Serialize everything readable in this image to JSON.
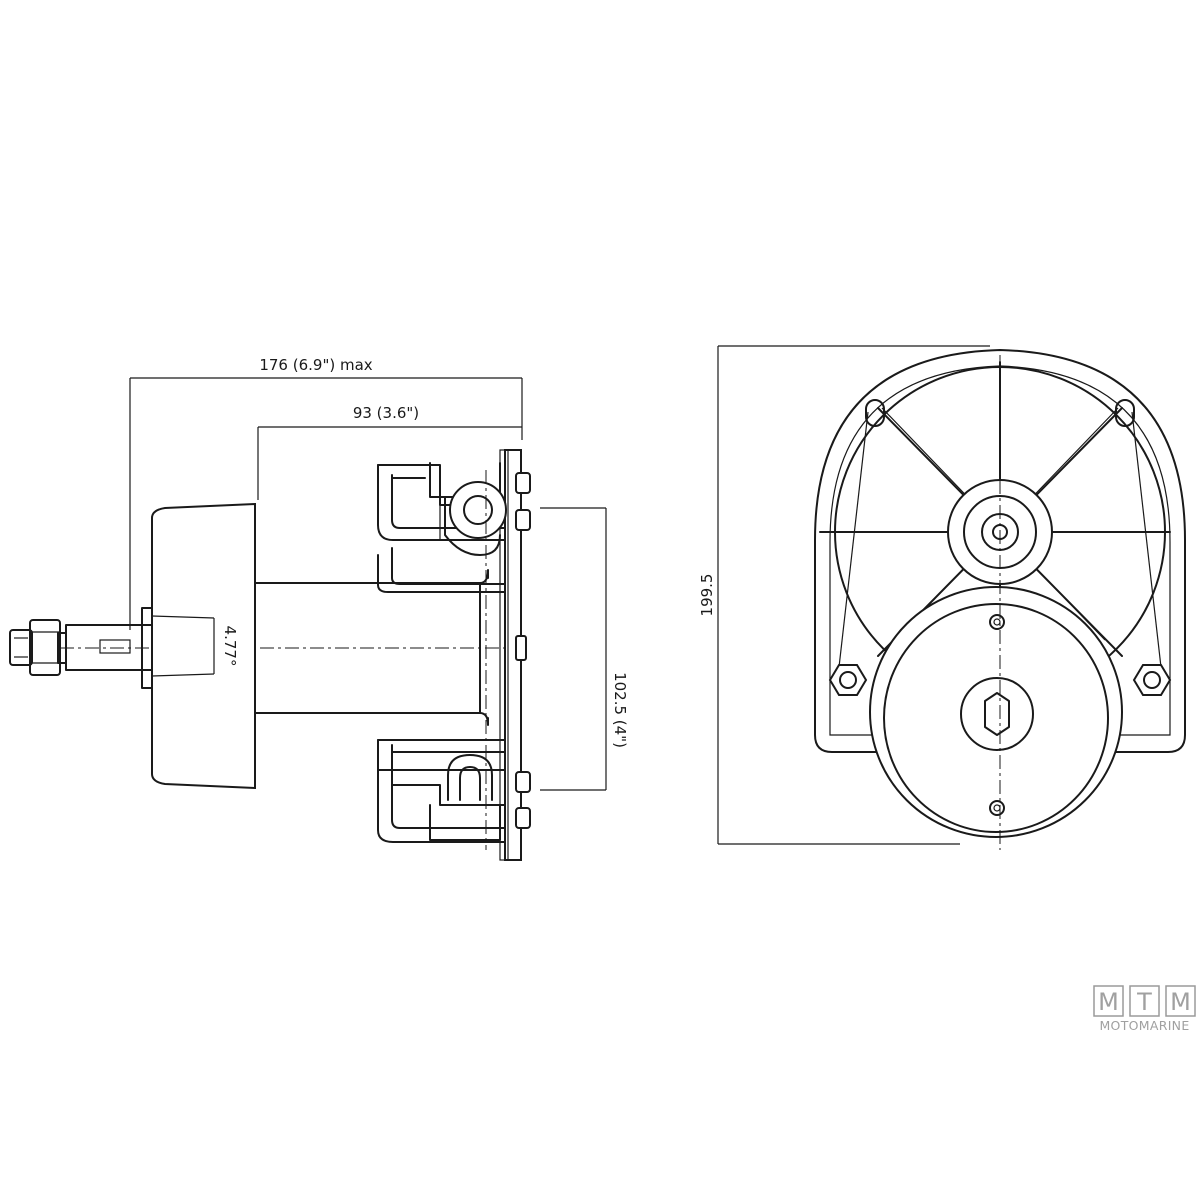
{
  "dimensions": {
    "overall_length": "176 (6.9\") max",
    "depth": "93 (3.6\")",
    "tilt_angle": "4.77°",
    "mount_spacing": "102.5 (4\")",
    "overall_height": "199.5"
  },
  "logo": {
    "letters": [
      "M",
      "T",
      "M"
    ],
    "subtitle": "MOTOMARINE"
  },
  "colors": {
    "line": "#1a1a1a",
    "logo": "#a0a0a0",
    "background": "#ffffff"
  }
}
